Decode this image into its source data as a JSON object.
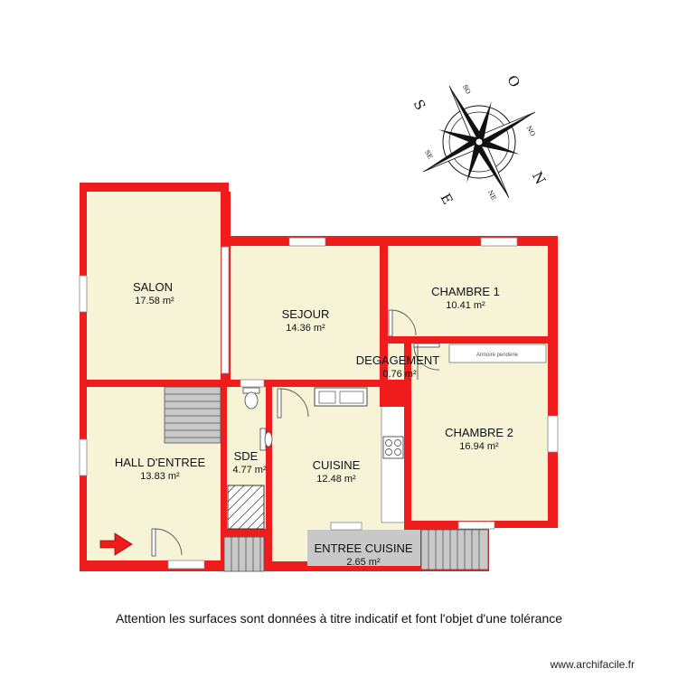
{
  "rooms": [
    {
      "id": "salon",
      "name": "SALON",
      "area": "17.58 m²"
    },
    {
      "id": "sejour",
      "name": "SEJOUR",
      "area": "14.36 m²"
    },
    {
      "id": "chambre1",
      "name": "CHAMBRE 1",
      "area": "10.41 m²"
    },
    {
      "id": "degagement",
      "name": "DEGAGEMENT",
      "area": "0.76 m²"
    },
    {
      "id": "chambre2",
      "name": "CHAMBRE 2",
      "area": "16.94 m²"
    },
    {
      "id": "hall",
      "name": "HALL D'ENTREE",
      "area": "13.83 m²"
    },
    {
      "id": "sde",
      "name": "SDE",
      "area": "4.77 m²"
    },
    {
      "id": "cuisine",
      "name": "CUISINE",
      "area": "12.48 m²"
    },
    {
      "id": "entree_cuisine",
      "name": "ENTREE CUISINE",
      "area": "2.65 m²"
    }
  ],
  "compass": {
    "n": "N",
    "s": "S",
    "e": "E",
    "o": "O",
    "ne": "NE",
    "no": "NO",
    "se": "SE",
    "so": "SO"
  },
  "closet_label": "Armoire penderie",
  "disclaimer": "Attention les surfaces sont données à titre indicatif  et font l'objet d'une tolérance",
  "watermark": "www.archifacile.fr",
  "colors": {
    "wall": "#ee1c1c",
    "floor": "#f7f3d6",
    "stair": "#c8c8c8",
    "stair_line": "#555555",
    "arrow": "#ee1c1c"
  }
}
